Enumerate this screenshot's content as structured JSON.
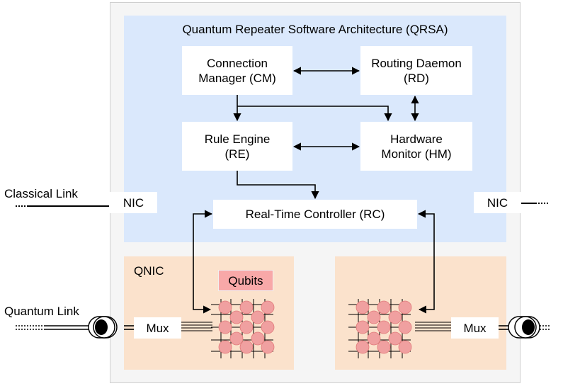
{
  "colors": {
    "router_bg": "#f5f5f5",
    "qrsa_bg": "#dae8fc",
    "qnic_bg": "#fbe2cc",
    "qubit_fill": "#f0a0a0",
    "qubits_label_bg": "#f8a8a8",
    "line": "#000000"
  },
  "qrsa": {
    "title": "Quantum Repeater Software Architecture (QRSA)",
    "cm": "Connection\nManager (CM)",
    "rd": "Routing Daemon\n(RD)",
    "re": "Rule Engine\n(RE)",
    "hm": "Hardware\nMonitor (HM)",
    "rc": "Real-Time Controller (RC)"
  },
  "nic": {
    "left": "NIC",
    "right": "NIC"
  },
  "links": {
    "classical": "Classical Link",
    "quantum": "Quantum Link"
  },
  "qnic": {
    "title": "QNIC",
    "qubits": "Qubits",
    "mux_left": "Mux",
    "mux_right": "Mux"
  }
}
